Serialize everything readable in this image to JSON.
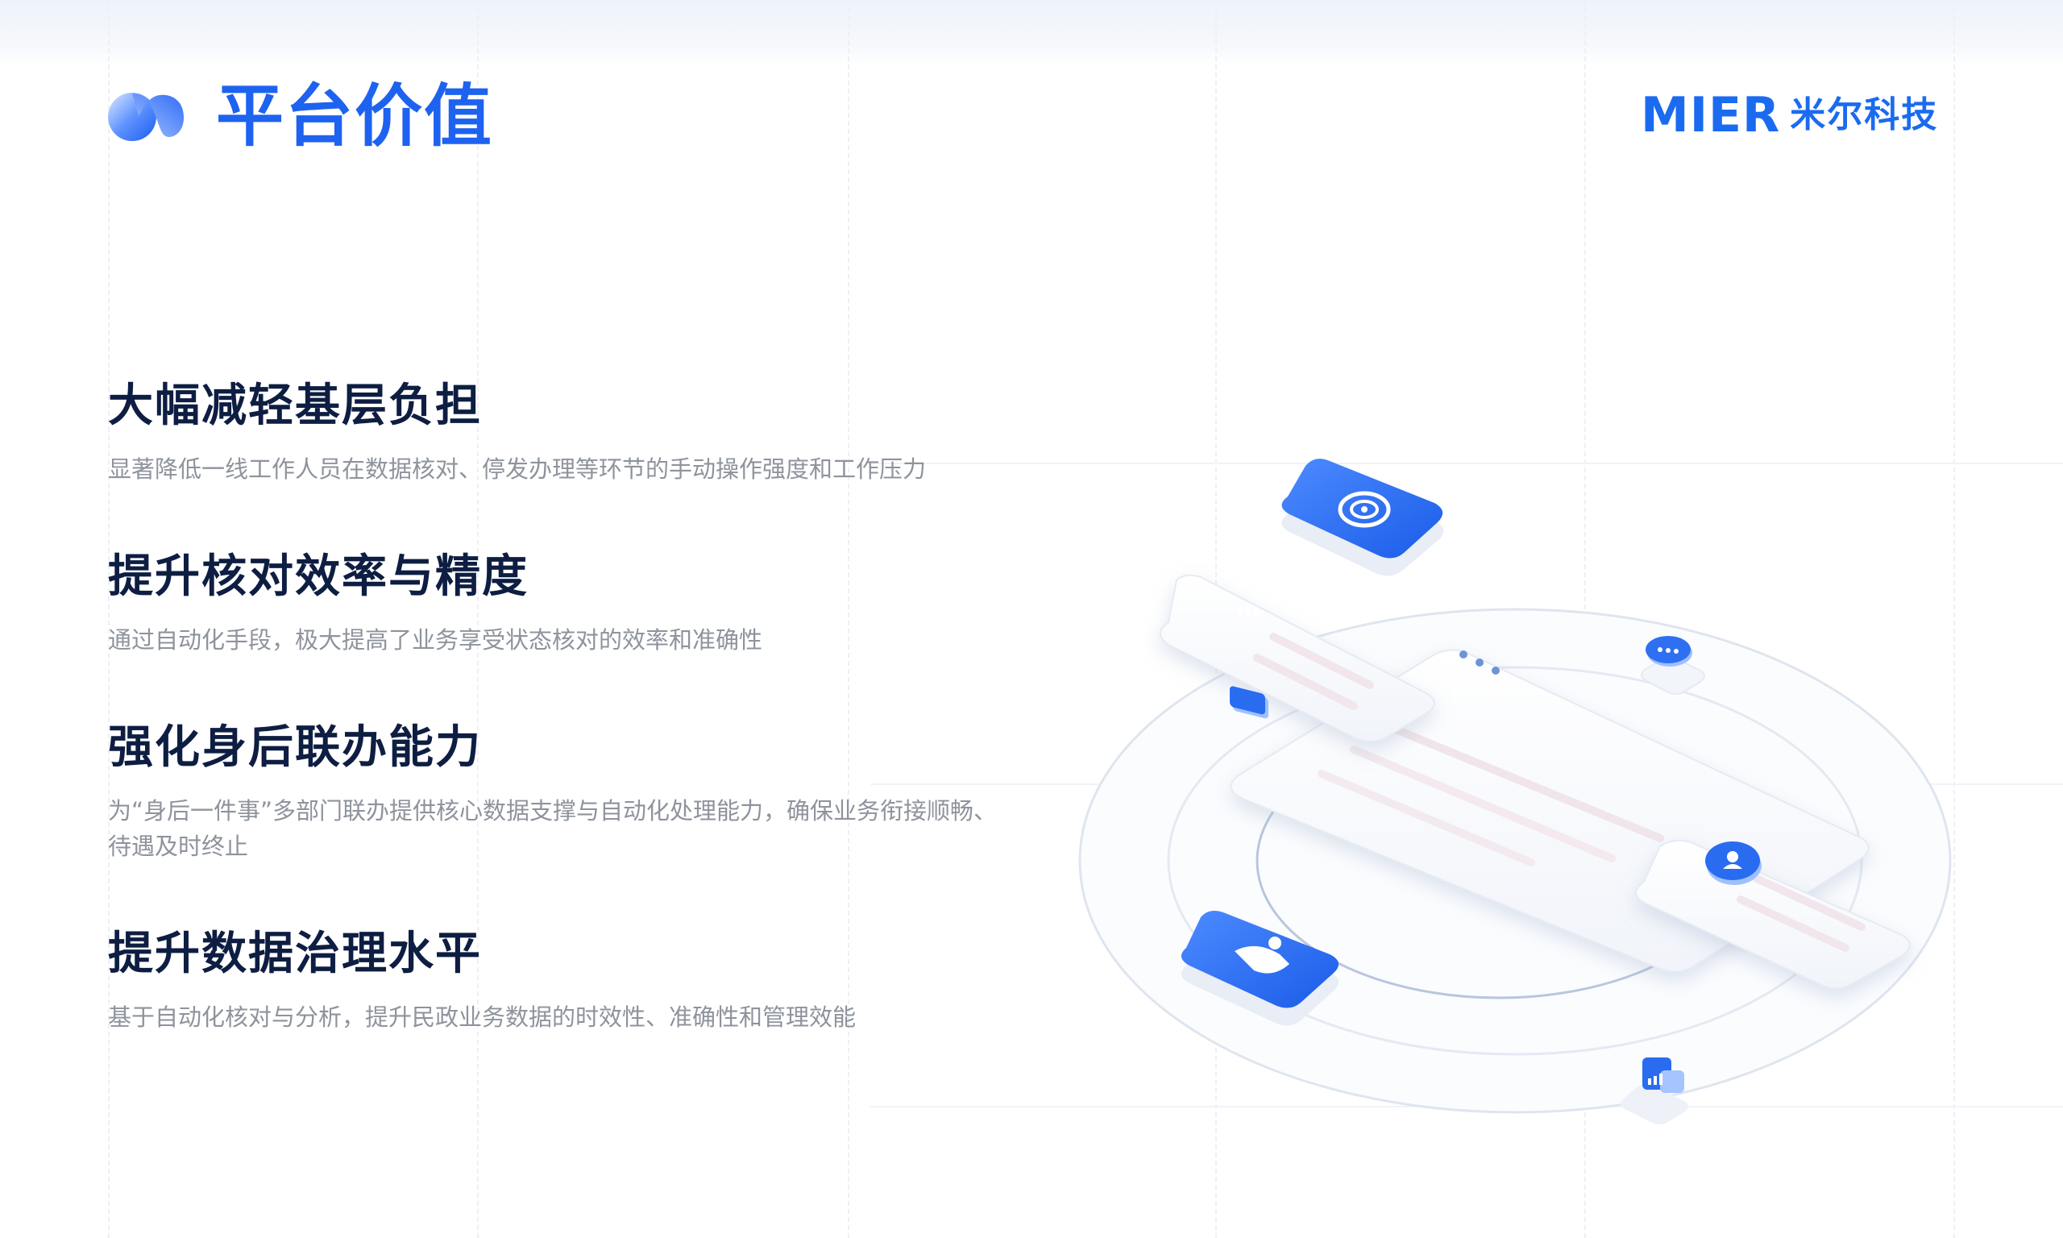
{
  "header": {
    "title": "平台价值",
    "brand_en": "MIER",
    "brand_cn": "米尔科技"
  },
  "points": [
    {
      "title": "大幅减轻基层负担",
      "desc": "显著降低一线工作人员在数据核对、停发办理等环节的手动操作强度和工作压力"
    },
    {
      "title": "提升核对效率与精度",
      "desc": "通过自动化手段，极大提高了业务享受状态核对的效率和准确性"
    },
    {
      "title": "强化身后联办能力",
      "desc": "为“身后一件事”多部门联办提供核心数据支撑与自动化处理能力，确保业务衔接顺畅、待遇及时终止"
    },
    {
      "title": "提升数据治理水平",
      "desc": "基于自动化核对与分析，提升民政业务数据的时效性、准确性和管理效能"
    }
  ],
  "colors": {
    "accent": "#1e62f0",
    "heading": "#0e1e42",
    "body": "#8e939c"
  },
  "illustration_icons": [
    "signal-icon",
    "list-icon",
    "chat-icon",
    "user-icon",
    "handshake-icon",
    "chart-icon"
  ]
}
